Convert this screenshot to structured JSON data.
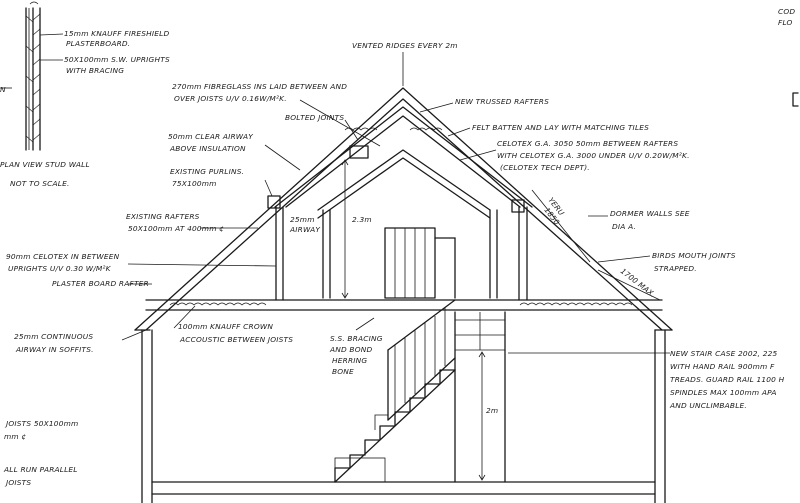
{
  "colors": {
    "ink": "#1a1a1a",
    "paper": "#ffffff"
  },
  "labels": {
    "stud1": "15mm KNAUFF FIRESHIELD",
    "stud2": "PLASTERBOARD.",
    "stud3": "50X100mm S.W. UPRIGHTS",
    "stud4": "WITH BRACING",
    "plan1": "PLAN VIEW STUD WALL",
    "plan2": "NOT TO SCALE.",
    "vent": "VENTED RIDGES EVERY 2m",
    "fibre1": "270mm FIBREGLASS INS LAID BETWEEN AND",
    "fibre2": "OVER JOISTS U/V 0.16W/M²K.",
    "bolted": "BOLTED JOINTS",
    "trussed": "NEW TRUSSED RAFTERS",
    "felt": "FELT BATTEN AND LAY WITH MATCHING TILES",
    "celo1": "CELOTEX G.A. 3050 50mm BETWEEN RAFTERS",
    "celo2": "WITH CELOTEX G.A. 3000 UNDER U/V 0.20W/M²K.",
    "celo3": "(CELOTEX TECH DEPT).",
    "air1": "50mm CLEAR AIRWAY",
    "air2": "ABOVE INSULATION",
    "purl1": "EXISTING PURLINS.",
    "purl2": "75X100mm",
    "raft1": "EXISTING RAFTERS",
    "raft2": "50X100mm AT 400mm ¢",
    "airway1": "25mm",
    "airway2": "AIRWAY",
    "dim23": "2.3m",
    "dorm1": "DORMER WALLS SEE",
    "dorm2": "DIA A.",
    "yeru": "YERU",
    "yeru2": "1850",
    "birds1": "BIRDS MOUTH JOINTS",
    "birds2": "STRAPPED.",
    "max1": "1700 MAX.",
    "cel90a": "90mm CELOTEX IN BETWEEN",
    "cel90b": "UPRIGHTS U/V 0.30 W/M²K",
    "plaster": "PLASTER BOARD RAFTER",
    "cont1": "25mm CONTINUOUS",
    "cont2": "AIRWAY IN SOFFITS.",
    "crown1": "100mm KNAUFF CROWN",
    "crown2": "ACCOUSTIC BETWEEN JOISTS",
    "ss1": "S.S. BRACING",
    "ss2": "AND BOND",
    "ss3": "HERRING",
    "ss4": "BONE",
    "dim2": "2m",
    "stair1": "NEW STAIR CASE 2002, 225",
    "stair2": "WITH HAND RAIL 900mm F",
    "stair3": "TREADS. GUARD RAIL 1100 H",
    "stair4": "SPINDLES MAX 100mm APA",
    "stair5": "AND UNCLIMBABLE.",
    "joist1": "JOISTS 50X100mm",
    "joist2": "mm ¢",
    "run1": "ALL RUN PARALLEL",
    "run2": "JOISTS",
    "corner1": "COD",
    "corner2": "FLO",
    "n": "N"
  }
}
